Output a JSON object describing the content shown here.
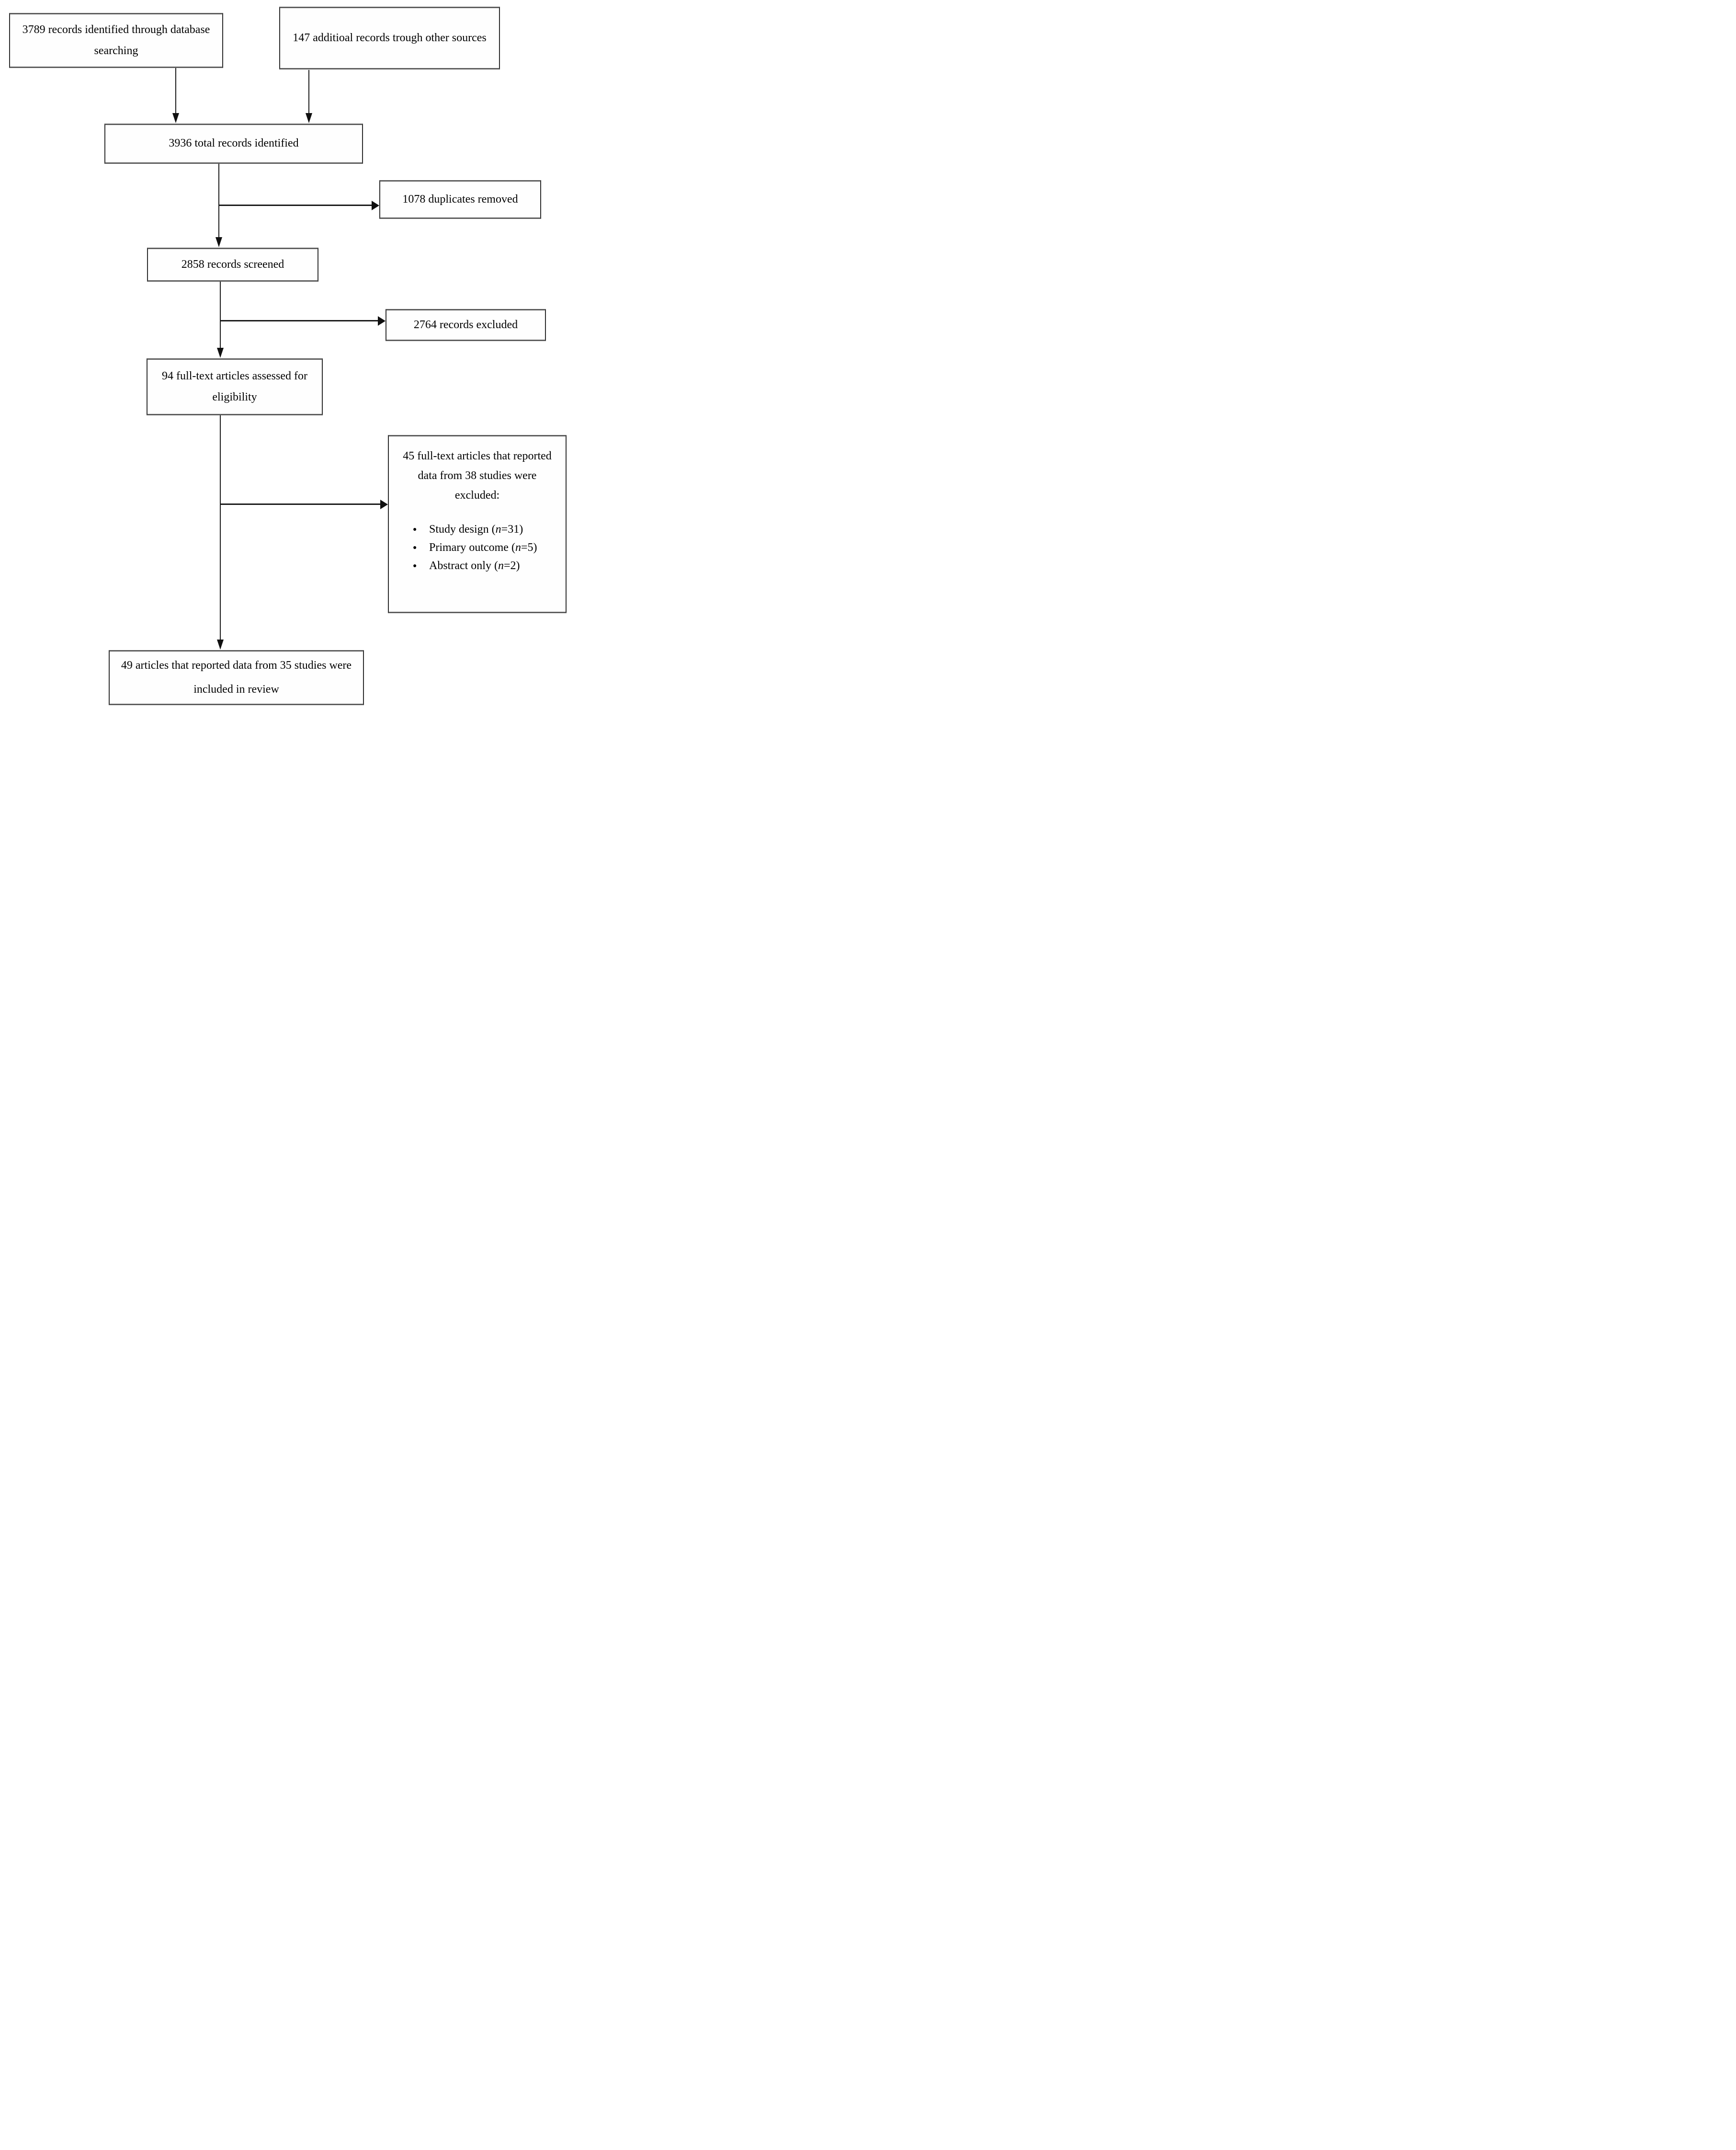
{
  "flowchart": {
    "type": "prisma-flow-diagram",
    "colors": {
      "background": "#ffffff",
      "box_fill": "#fefefe",
      "box_border": "#2e2e2e",
      "box_border_horizontal": "#5f5f5f",
      "connector": "#1c1c1c",
      "text": "#000000"
    },
    "icons": {
      "bullet": "●"
    },
    "boxes": {
      "db_search": "3789 records identified through database searching",
      "other_sources": "147 additioal records trough other sources",
      "total_identified": "3936 total records identified",
      "duplicates_removed": "1078 duplicates removed",
      "screened": "2858 records screened",
      "records_excluded": "2764 records excluded",
      "fulltext_assessed": "94 full-text articles assessed for eligibility",
      "fulltext_excluded_header": "45 full-text articles that reported data from 38 studies were excluded:",
      "included": "49 articles that reported data from 35 studies were included in review"
    },
    "exclusion_reasons": [
      {
        "pre": "Study design (",
        "var": "n",
        "post": "=31)"
      },
      {
        "pre": "Primary outcome (",
        "var": "n",
        "post": "=5)"
      },
      {
        "pre": "Abstract only (",
        "var": "n",
        "post": "=2)"
      }
    ]
  }
}
